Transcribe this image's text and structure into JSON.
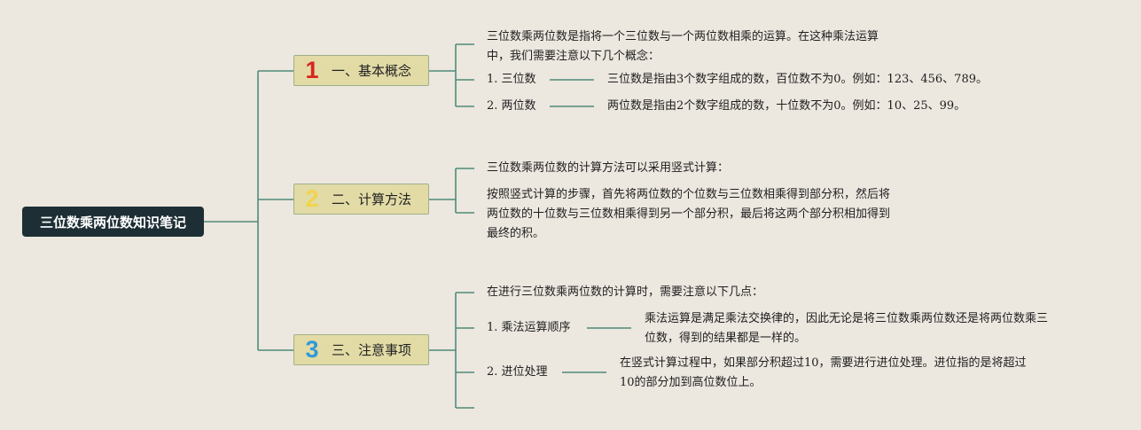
{
  "root": {
    "title": "三位数乘两位数知识笔记"
  },
  "branches": [
    {
      "number": "1",
      "number_color": "#d6261e",
      "label": "一、基本概念",
      "intro_lines": [
        "三位数乘两位数是指将一个三位数与一个两位数相乘的运算。在这种乘法运算",
        "中，我们需要注意以下几个概念："
      ],
      "items": [
        {
          "label": "1. 三位数",
          "desc_lines": [
            "三位数是指由3个数字组成的数，百位数不为0。例如：123、456、789。"
          ]
        },
        {
          "label": "2. 两位数",
          "desc_lines": [
            "两位数是指由2个数字组成的数，十位数不为0。例如：10、25、99。"
          ]
        }
      ]
    },
    {
      "number": "2",
      "number_color": "#f2d44a",
      "label": "二、计算方法",
      "intro_lines": [
        "三位数乘两位数的计算方法可以采用竖式计算："
      ],
      "para_lines": [
        "按照竖式计算的步骤，首先将两位数的个位数与三位数相乘得到部分积，然后将",
        "两位数的十位数与三位数相乘得到另一个部分积，最后将这两个部分积相加得到",
        "最终的积。"
      ]
    },
    {
      "number": "3",
      "number_color": "#2f9ad8",
      "label": "三、注意事项",
      "intro_lines": [
        "在进行三位数乘两位数的计算时，需要注意以下几点："
      ],
      "items": [
        {
          "label": "1. 乘法运算顺序",
          "desc_lines": [
            "乘法运算是满足乘法交换律的，因此无论是将三位数乘两位数还是将两位数乘三",
            "位数，得到的结果都是一样的。"
          ]
        },
        {
          "label": "2. 进位处理",
          "desc_lines": [
            "在竖式计算过程中，如果部分积超过10，需要进行进位处理。进位指的是将超过",
            "10的部分加到高位数位上。"
          ]
        }
      ]
    }
  ],
  "colors": {
    "line": "#4e8c7a",
    "root_bg": "#1d2f35",
    "branch_bg": "#e2dba6"
  }
}
